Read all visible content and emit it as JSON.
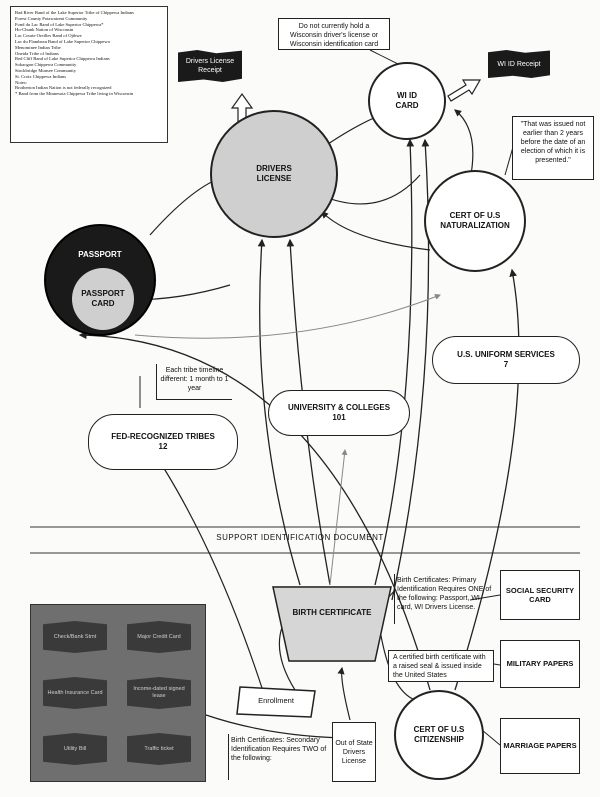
{
  "legend": {
    "tribes": [
      "Bad River Band of the Lake Superior Tribe of Chippewa Indians",
      "Forest County Potawatomi Community",
      "Fond du Lac Band of Lake Superior Chippewa*",
      "Ho-Chunk Nation of Wisconsin",
      "Lac Courte Oreilles Band of Ojibwe",
      "Lac du Flambeau Band of Lake Superior Chippewa",
      "Menominee Indian Tribe",
      "Oneida Tribe of Indians",
      "Red Cliff Band of Lake Superior Chippewa Indians",
      "Sokaogon Chippewa Community",
      "Stockbridge Munsee Community",
      "St. Croix Chippewa Indians"
    ],
    "notes_label": "Notes:",
    "note_1": "Brotherton Indian Nation is not federally recognized",
    "note_2": "* Band from the Minnesota Chippewa Tribe living in Wisconsin"
  },
  "receipts": {
    "drivers_license": "Drivers License Receipt",
    "wi_id": "WI ID Receipt"
  },
  "nodes": {
    "drivers_license": "DRIVERS LICENSE",
    "wi_id_card": "WI ID CARD",
    "passport": "PASSPORT",
    "passport_card": "PASSPORT CARD",
    "cert_naturalization": "CERT OF U.S NATURALIZATION",
    "us_uniform": "U.S. UNIFORM SERVICES",
    "us_uniform_count": "7",
    "university": "UNIVERSITY & COLLEGES",
    "university_count": "101",
    "fed_tribes": "FED-RECOGNIZED TRIBES",
    "fed_tribes_count": "12",
    "birth_certificate": "BIRTH CERTIFICATE",
    "cert_citizenship": "CERT OF U.S CITIZENSHIP",
    "enrollment": "Enrollment",
    "social_security": "SOCIAL SECURITY CARD",
    "military": "MILITARY PAPERS",
    "marriage": "MARRIAGE PAPERS",
    "out_of_state": "Out of State Drivers License"
  },
  "notes": {
    "no_license": "Do not currently hold a Wisconsin driver's license or Wisconsin identification card",
    "naturalization_date": "\"That was issued not earlier than 2 years before the date of an election of which it is presented.\"",
    "tribe_timeline": "Each tribe timeline different: 1 month to 1 year",
    "primary_id": "Birth Certificates: Primary Identification Requires ONE of the following: Passport, WI card, WI Drivers License.",
    "raised_seal": "A certified birth certificate with a raised seal & issued inside the United States",
    "secondary_id": "Birth Certificates: Secondary Identification Requires TWO of the following:"
  },
  "section_label": "SUPPORT IDENTIFICATION DOCUMENT",
  "secondary_docs": [
    "Check/Bank Stmt",
    "Major Credit Card",
    "Health Insurance Card",
    "Income-dated signed lease",
    "Utility Bill",
    "Traffic ticket"
  ]
}
